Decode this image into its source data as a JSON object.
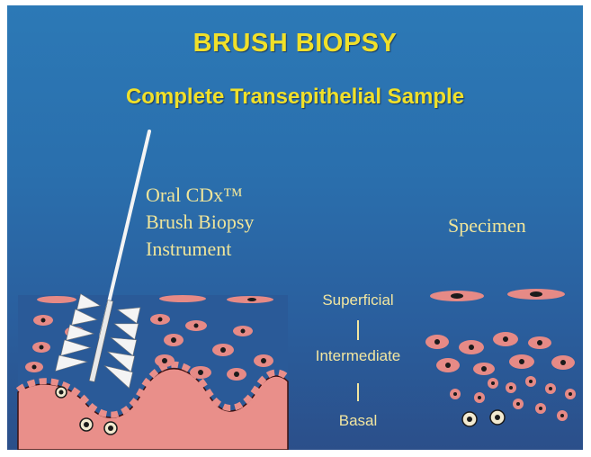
{
  "slide": {
    "title": "BRUSH BIOPSY",
    "subtitle": "Complete Transepithelial Sample",
    "instrument_label": [
      "Oral CDx™",
      "Brush Biopsy",
      "Instrument"
    ],
    "specimen_label": "Specimen",
    "layers": {
      "superficial": "Superficial",
      "intermediate": "Intermediate",
      "basal": "Basal"
    },
    "colors": {
      "background": "#2a6fad",
      "title_text": "#f0e02a",
      "label_text": "#efe59a",
      "epithelium": "#2a5a98",
      "connective_tissue": "#e98f8a",
      "cell": "#e68a86",
      "nucleus": "#1b1b1b"
    }
  }
}
